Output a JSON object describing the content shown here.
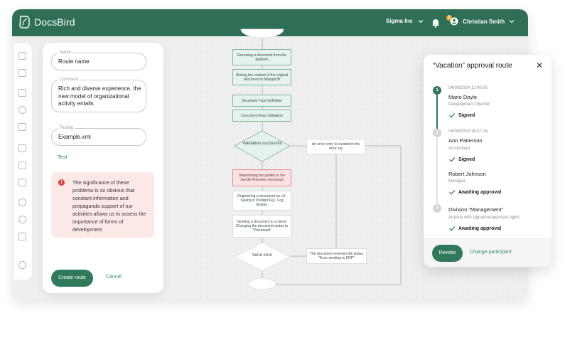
{
  "app": {
    "name": "DocsBird",
    "org": "Sigma Inc",
    "user": "Christian Smith",
    "notification_count": "2"
  },
  "form": {
    "name": {
      "label": "Name",
      "value": "Route name"
    },
    "comment": {
      "label": "Comment",
      "value": "Rich and diverse experience, the new model of organizational activity entails"
    },
    "testing": {
      "label": "Testing",
      "value": "Example.xml"
    },
    "test_link": "Test",
    "alert_text": "The significance of these problems is so obvious that constant information and propaganda support of our activities allows us to assess the importance of forms of development.",
    "create_label": "Create route",
    "cancel_label": "Cancel"
  },
  "flow": {
    "nodes": [
      "Receiving a document from the platform",
      "Storing the content of the original document in MongoDB",
      "Document Type Definition",
      "Document Body Validation",
      "Validation successful",
      "An error entry is created in the error log",
      "Determining the parties to the Sender-Receiver exchange",
      "Registering a document on LS. Saving in PostgreSQL, Log display.",
      "Sending a document to a client. Changing the document status to \"Processed\"",
      "Send error",
      "The document receives the status \"Error sending to ERP\""
    ]
  },
  "route": {
    "title": "“Vacation” approval route",
    "steps": [
      {
        "num": "1",
        "timestamp": "04/09/2024 12:45:05",
        "name": "Mario Doyle",
        "role": "Development Director",
        "status": "Signed"
      },
      {
        "num": "2",
        "timestamp": "04/09/2024 16:27:14",
        "name": "Ann Patterson",
        "role": "Accountant",
        "status": "Signed"
      },
      {
        "num": "",
        "timestamp": "",
        "name": "Robert Johnson",
        "role": "Manager",
        "status": "Awaiting approval"
      },
      {
        "num": "3",
        "timestamp": "",
        "name": "Division “Management”",
        "role": "Anyone with signature/approval rights",
        "status": "Awaiting approval"
      }
    ],
    "revoke_label": "Revoke",
    "change_label": "Change participant"
  },
  "colors": {
    "brand": "#2f6f55",
    "accent": "#2f7a5b",
    "alert_bg": "#fde8e8",
    "alert_icon": "#e2413d",
    "badge": "#f0a631"
  },
  "icons": [
    "logo-icon",
    "chevron-down-icon",
    "bell-icon",
    "user-icon",
    "close-icon",
    "check-icon",
    "alert-icon"
  ]
}
